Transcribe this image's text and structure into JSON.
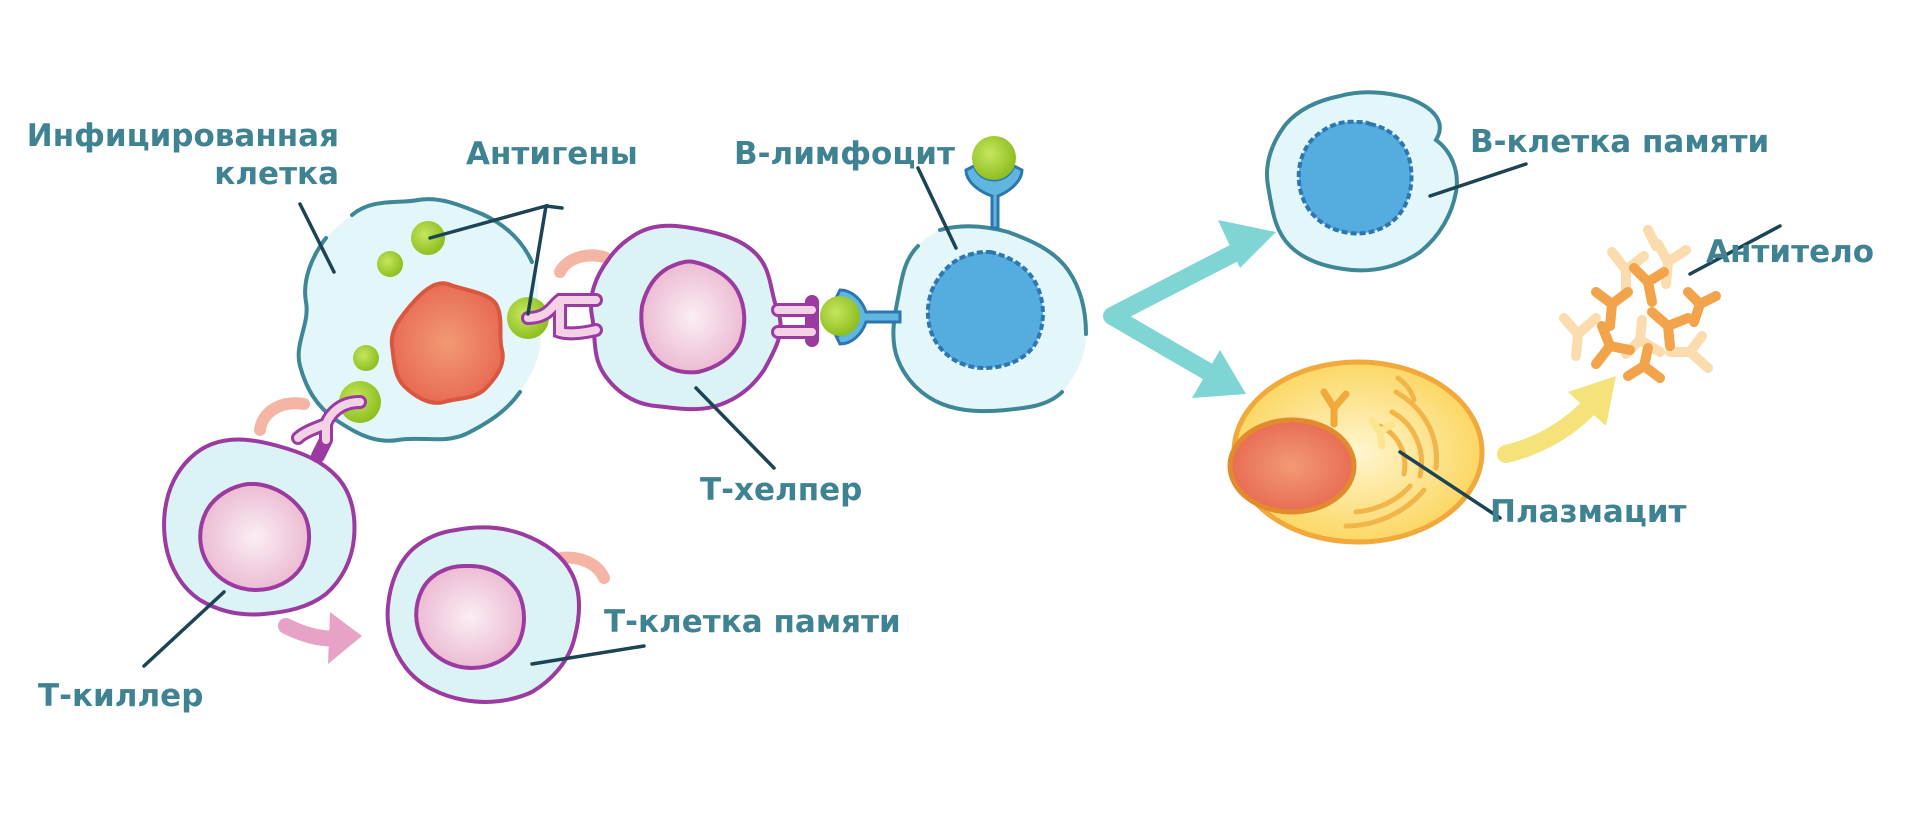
{
  "labels": {
    "infected_line1": "Инфицированная",
    "infected_line2": "клетка",
    "antigens": "Антигены",
    "b_lymphocyte": "В-лимфоцит",
    "b_memory": "В-клетка памяти",
    "antibody": "Антитело",
    "t_helper": "Т-хелпер",
    "plasmocyte": "Плазмацит",
    "t_killer": "Т-киллер",
    "t_memory": "Т-клетка памяти"
  },
  "colors": {
    "label_text": "#3f8393",
    "leader_line": "#1d4454",
    "membrane_teal": "#3e8796",
    "membrane_purple": "#9b3aa0",
    "membrane_b": "#3f8aa6",
    "cytoplasm": "#e3f6f9",
    "nucleus_red": "#ea7258",
    "nucleus_pink": "#f1c9dc",
    "nucleus_blue": "#55acdf",
    "antigen_green": "#9fcd2c",
    "arrow_teal": "#7fd4d4",
    "arrow_yellow": "#f5e27a",
    "arrow_pink": "#e7a3c6",
    "plasma_fill": "#fcd95c",
    "plasma_edge": "#f0a93a",
    "antibody_orange": "#f3a44a",
    "antibody_light": "#fbdcae"
  }
}
